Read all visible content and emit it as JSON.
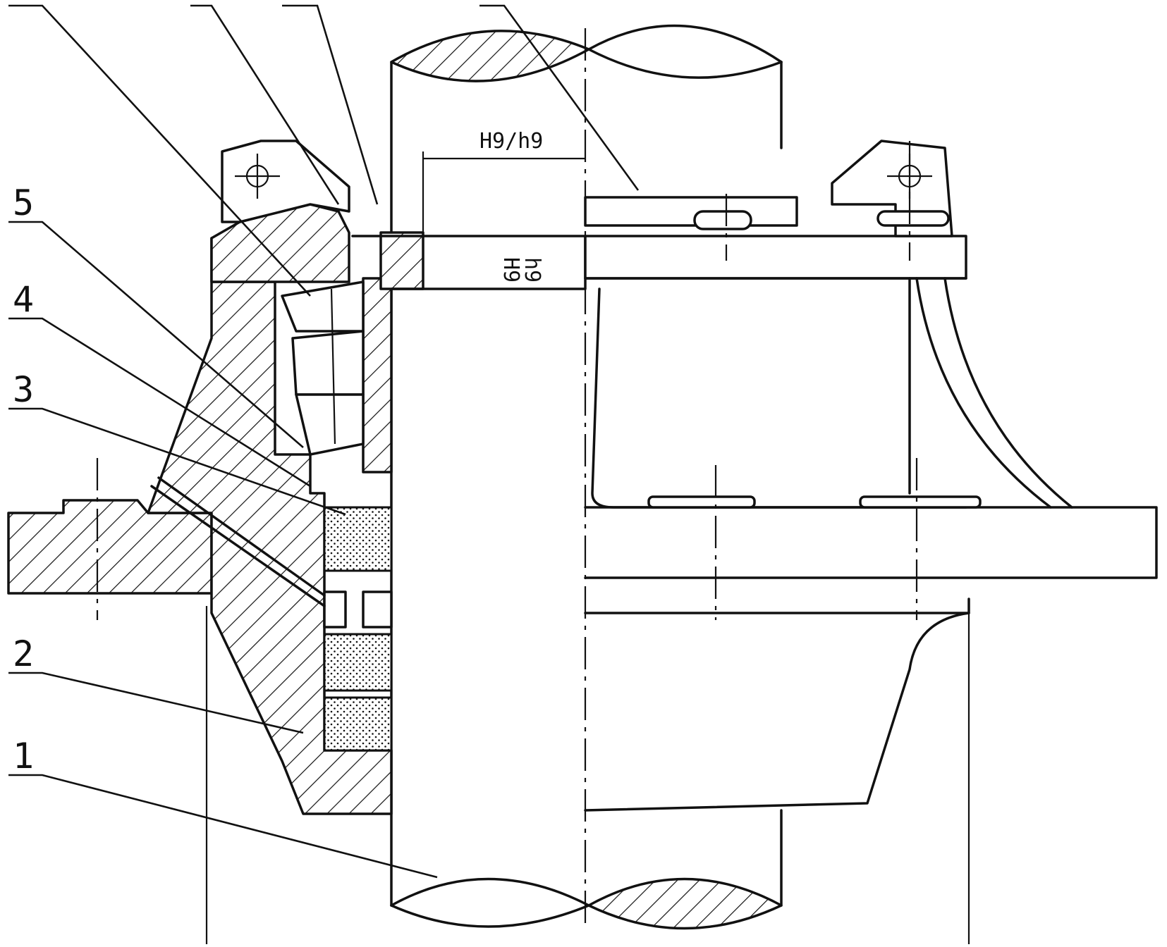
{
  "labels": {
    "callout_1": "1",
    "callout_2": "2",
    "callout_3": "3",
    "callout_4": "4",
    "callout_5": "5"
  },
  "dimensions": {
    "fit_top": "H9/h9",
    "fit_numerator": "H9",
    "fit_denominator": "h9"
  },
  "colors": {
    "line": "#111111",
    "background": "#ffffff"
  }
}
